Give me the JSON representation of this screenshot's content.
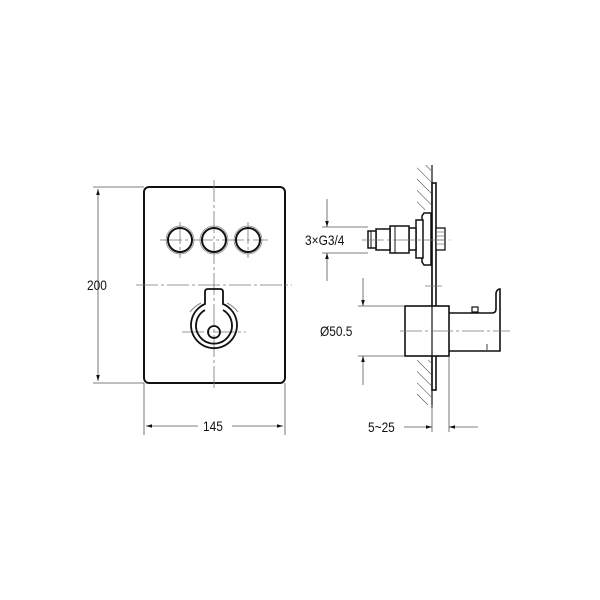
{
  "front_view": {
    "height_dimension": "200",
    "width_dimension": "145",
    "buttons_count": 3
  },
  "side_view": {
    "thread_dimension": "3×G3/4",
    "diameter_dimension": "Ø50.5",
    "depth_dimension": "5~25"
  },
  "colors": {
    "line": "#111111",
    "dim_line": "#555555",
    "center_line": "#777777"
  }
}
